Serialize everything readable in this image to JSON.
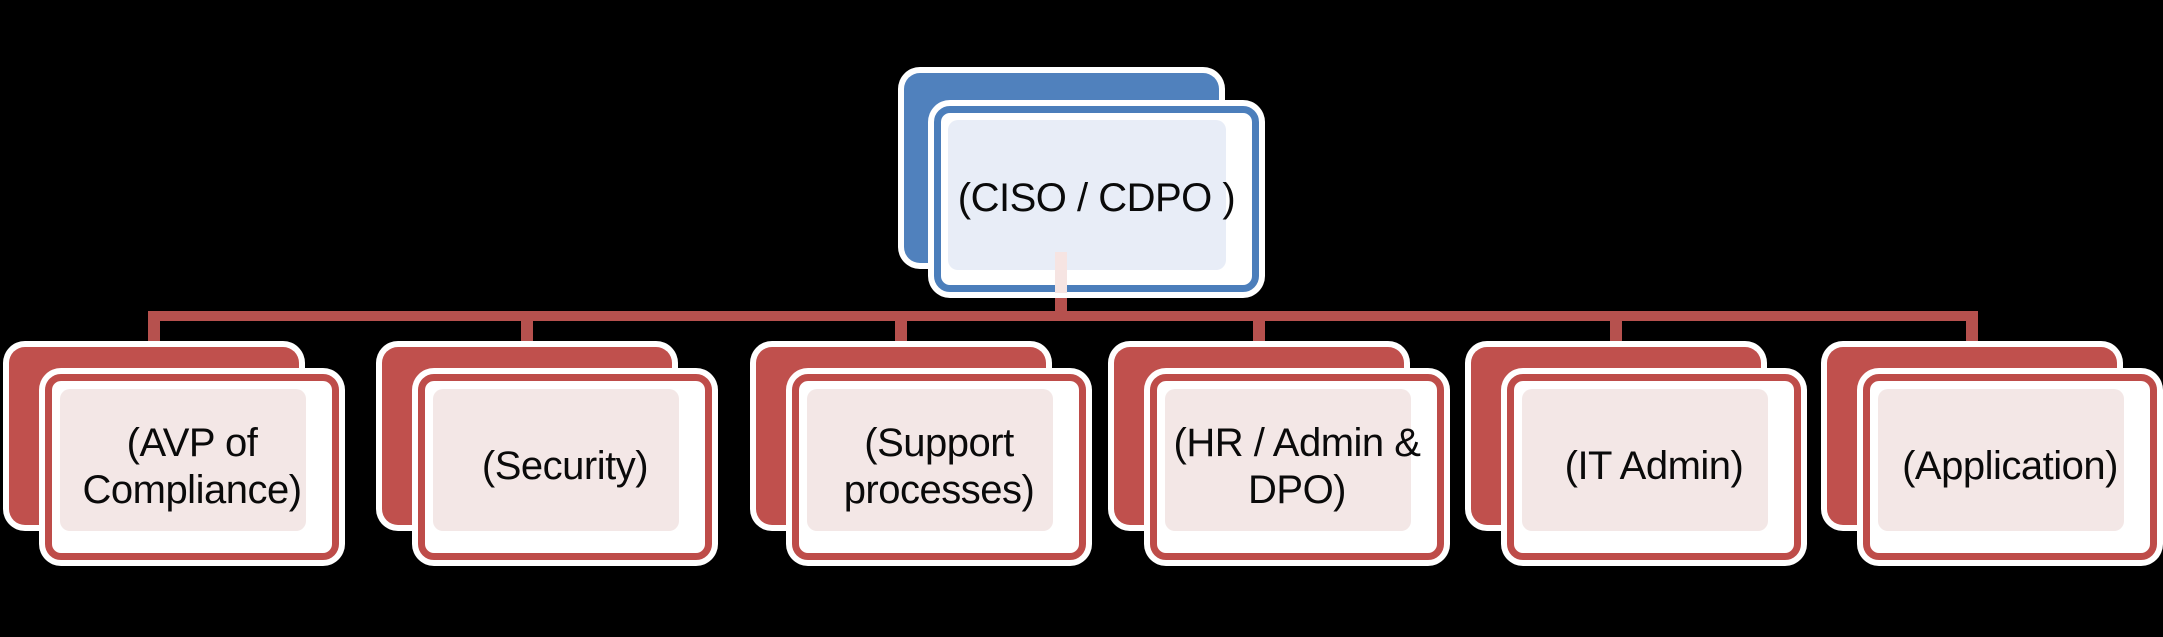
{
  "diagram": {
    "type": "org-chart",
    "root": {
      "label": "(CISO / CDPO )"
    },
    "children": [
      {
        "label": "(AVP of Compliance)"
      },
      {
        "label": "(Security)"
      },
      {
        "label": "(Support processes)"
      },
      {
        "label": "(HR / Admin & DPO)"
      },
      {
        "label": "(IT Admin)"
      },
      {
        "label": "(Application)"
      }
    ]
  },
  "colors": {
    "background": "#000000",
    "connector": "#b6514e",
    "connector_faint": "#f6e4e2",
    "halo": "#ffffff",
    "red_solid": "#c0504d",
    "red_border": "#be4c49",
    "red_panel": "#f3e7e6",
    "blue_solid": "#5081bd",
    "blue_border": "#4b7ebb",
    "blue_panel": "#e8edf7",
    "text": "#0a0a0a"
  }
}
